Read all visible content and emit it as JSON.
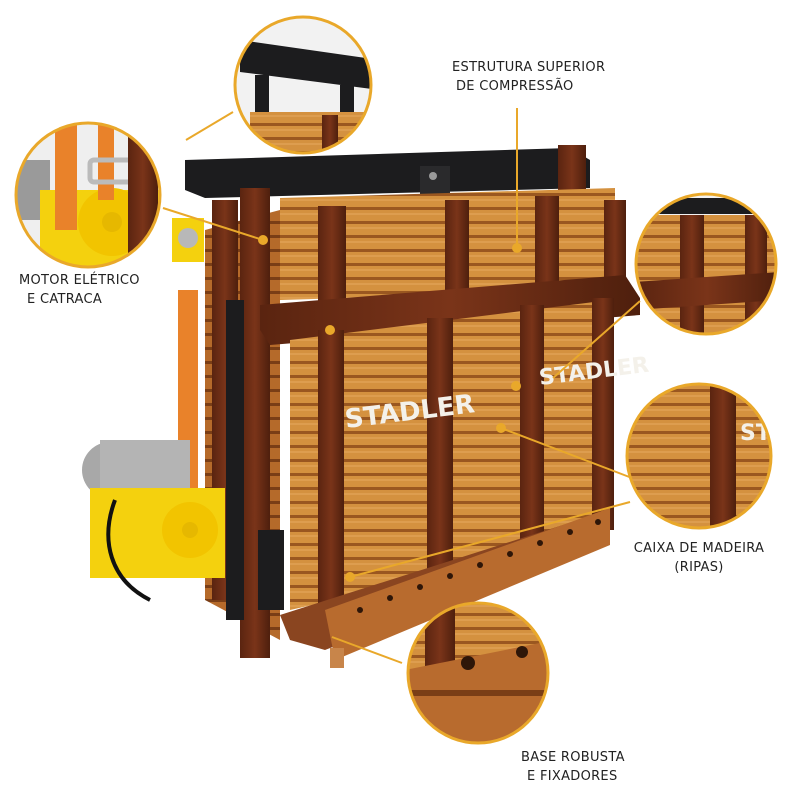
{
  "brand": {
    "name": "STADLER"
  },
  "colors": {
    "callout_ring": "#E9A82A",
    "wood_light": "#D18A3C",
    "wood_dark": "#6A2E14",
    "steel": "#1C1C1E",
    "motor_yellow": "#F4D10E",
    "strap_orange": "#E9822A"
  },
  "callouts": [
    {
      "id": "top-frame",
      "lines": [
        "ESTRUTURA SUPERIOR",
        "DE COMPRESSÃO"
      ]
    },
    {
      "id": "motor",
      "lines": [
        "MOTOR ELÉTRICO",
        "E CATRACA"
      ]
    },
    {
      "id": "box",
      "lines": [
        "CAIXA DE MADEIRA",
        "(RIPAS)"
      ]
    },
    {
      "id": "base",
      "lines": [
        "BASE ROBUSTA",
        "E FIXADORES"
      ]
    }
  ]
}
